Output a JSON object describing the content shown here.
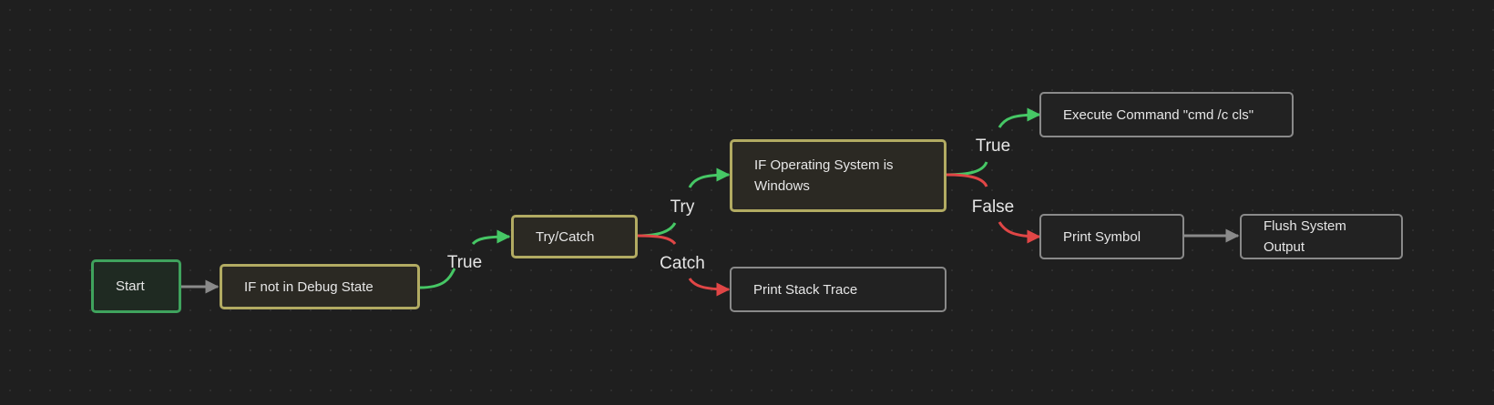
{
  "colors": {
    "background": "#1f1f1f",
    "true_edge": "#46c765",
    "false_edge": "#e04646",
    "neutral_edge": "#8a8a8a",
    "start_border": "#3fa35d",
    "condition_border": "#b2ab62",
    "action_border": "#8a8a8a"
  },
  "nodes": {
    "start": "Start",
    "if_debug": "IF not in Debug State",
    "try_catch": "Try/Catch",
    "if_windows": "IF Operating System is Windows",
    "print_stack": "Print Stack Trace",
    "exec_cmd": "Execute Command \"cmd /c cls\"",
    "print_symbol": "Print Symbol",
    "flush_output": "Flush System Output"
  },
  "edge_labels": {
    "debug_true": "True",
    "try": "Try",
    "catch": "Catch",
    "windows_true": "True",
    "windows_false": "False"
  }
}
